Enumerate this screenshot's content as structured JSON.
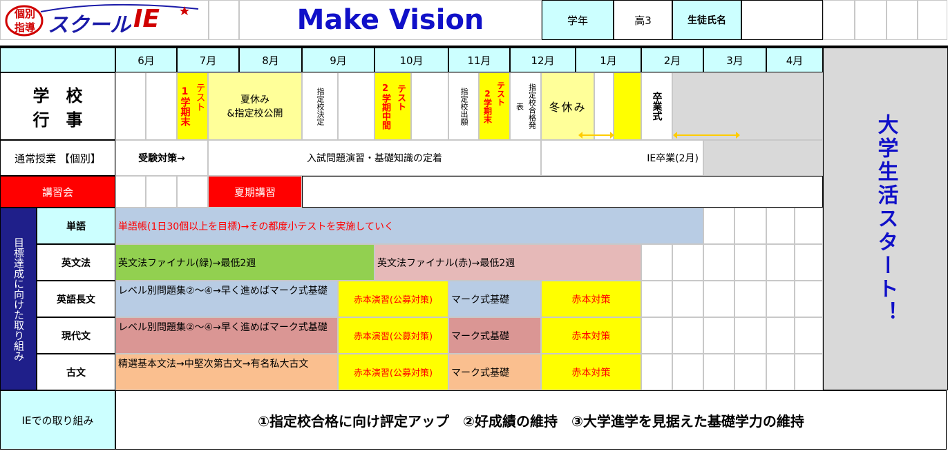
{
  "header": {
    "logo_top": "個別",
    "logo_bottom": "指導",
    "logo_brand": "スクール",
    "logo_ie": "IE",
    "title": "Make Vision",
    "grade_label": "学年",
    "grade_value": "高3",
    "student_label": "生徒氏名",
    "student_value": ""
  },
  "months": [
    "6月",
    "7月",
    "8月",
    "9月",
    "10月",
    "11月",
    "12月",
    "1月",
    "2月",
    "3月",
    "4月"
  ],
  "school": {
    "label_1": "学　校",
    "label_2": "行　事",
    "test1_a": "1学期末",
    "test1_b": "テスト",
    "summer": "夏休み",
    "summer_2": "&指定校公開",
    "shitei_kettei": "指定校決定",
    "mid2_a": "2学期中間",
    "mid2_b": "テスト",
    "shitei_shutsugan": "指定校出願",
    "end2_a": "2学期末",
    "end2_b": "テスト",
    "shitei_gokaku": "指定校合格発",
    "shitei_gokaku_2": "表",
    "winter": "冬休み",
    "graduation": "卒業式"
  },
  "regular": {
    "label": "通常授業 【個別】",
    "juken": "受験対策→",
    "nyushi": "入試問題演習・基礎知識の定着",
    "ie_sotsugyo": "IE卒業(2月)"
  },
  "kosyukai": {
    "label": "講習会",
    "kaki": "夏期講習"
  },
  "goals": {
    "side_label": "目標達成に向けた取り組み",
    "rows": [
      {
        "subject": "単語",
        "col1": "単語帳(1日30個以上を目標)→その都度小テストを実施していく"
      },
      {
        "subject": "英文法",
        "col1": "英文法ファイナル(緑)→最低2週",
        "col2": "英文法ファイナル(赤)→最低2週"
      },
      {
        "subject": "英語長文",
        "col1": "レベル別問題集②～④→早く進めばマーク式基礎",
        "col2": "赤本演習(公募対策)",
        "col3": "マーク式基礎",
        "col4": "赤本対策"
      },
      {
        "subject": "現代文",
        "col1": "レベル別問題集②～④→早く進めばマーク式基礎",
        "col2": "赤本演習(公募対策)",
        "col3": "マーク式基礎",
        "col4": "赤本対策"
      },
      {
        "subject": "古文",
        "col1": "精選基本文法→中堅次第古文→有名私大古文",
        "col2": "赤本演習(公募対策)",
        "col3": "マーク式基礎",
        "col4": "赤本対策"
      }
    ]
  },
  "ie": {
    "label": "IEでの取り組み",
    "content": "①指定校合格に向け評定アップ　②好成績の維持　③大学進学を見据えた基礎学力の維持"
  },
  "daigaku": "大学生活スタート！"
}
